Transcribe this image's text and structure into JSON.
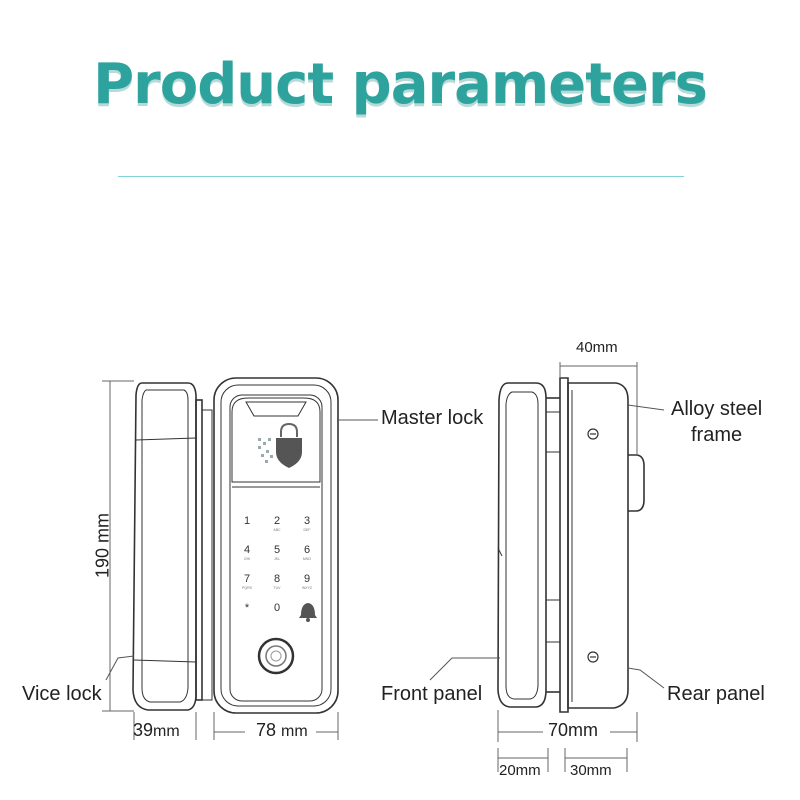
{
  "title": "Product parameters",
  "labels": {
    "master_lock": "Master lock",
    "alloy_steel_frame_line1": "Alloy steel",
    "alloy_steel_frame_line2": "frame",
    "vice_lock": "Vice lock",
    "front_panel": "Front panel",
    "rear_panel": "Rear panel"
  },
  "dimensions": {
    "height": "190 mm",
    "vice_width": "39",
    "vice_width_unit": "mm",
    "master_width": "78",
    "master_width_unit": "mm",
    "frame_width": "40mm",
    "total_depth": "70mm",
    "front_depth": "20mm",
    "rear_depth": "30mm"
  },
  "keypad": {
    "keys": [
      {
        "digit": "1",
        "sub": ""
      },
      {
        "digit": "2",
        "sub": "ABC"
      },
      {
        "digit": "3",
        "sub": "DEF"
      },
      {
        "digit": "4",
        "sub": "GHI"
      },
      {
        "digit": "5",
        "sub": "JKL"
      },
      {
        "digit": "6",
        "sub": "MNO"
      },
      {
        "digit": "7",
        "sub": "PQRS"
      },
      {
        "digit": "8",
        "sub": "TUV"
      },
      {
        "digit": "9",
        "sub": "WXYZ"
      },
      {
        "digit": "*",
        "sub": ""
      },
      {
        "digit": "0",
        "sub": ""
      },
      {
        "digit": "",
        "sub": ""
      }
    ]
  },
  "icons": [
    "fingerprint-lock-icon",
    "bell-icon",
    "fingerprint-sensor-icon",
    "screw-icon"
  ],
  "colors": {
    "title": "#2ea39e",
    "title_rule": "#7fd3d9",
    "outline": "#333333",
    "dimension_line": "#666666"
  }
}
